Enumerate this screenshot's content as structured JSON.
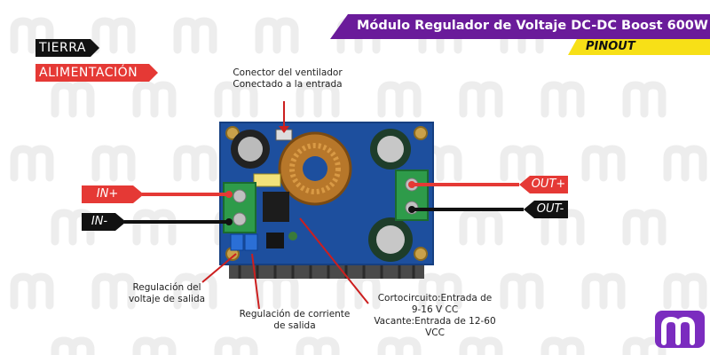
{
  "header": {
    "title": "Módulo Regulador de Voltaje DC-DC Boost 600W",
    "subtitle": "PINOUT"
  },
  "legend": {
    "ground": "TIERRA",
    "power": "ALIMENTACIÓN"
  },
  "pins": {
    "in_plus": "IN+",
    "in_minus": "IN-",
    "out_plus": "OUT+",
    "out_minus": "OUT-"
  },
  "annotations": {
    "fan_connector": "Conector del ventilador Conectado a la entrada",
    "voltage_reg": "Regulación del voltaje de salida",
    "current_reg": "Regulación de corriente de salida",
    "short_circuit": "Cortocircuito:Entrada de 9-16 V CC Vacante:Entrada de 12-60 VCC"
  },
  "colors": {
    "header_purple": "#6a1b9a",
    "pinout_yellow": "#f7e017",
    "power_red": "#e53935",
    "ground_black": "#111111",
    "pcb_blue": "#1d4f9e",
    "watermark": "#eeeeee"
  }
}
